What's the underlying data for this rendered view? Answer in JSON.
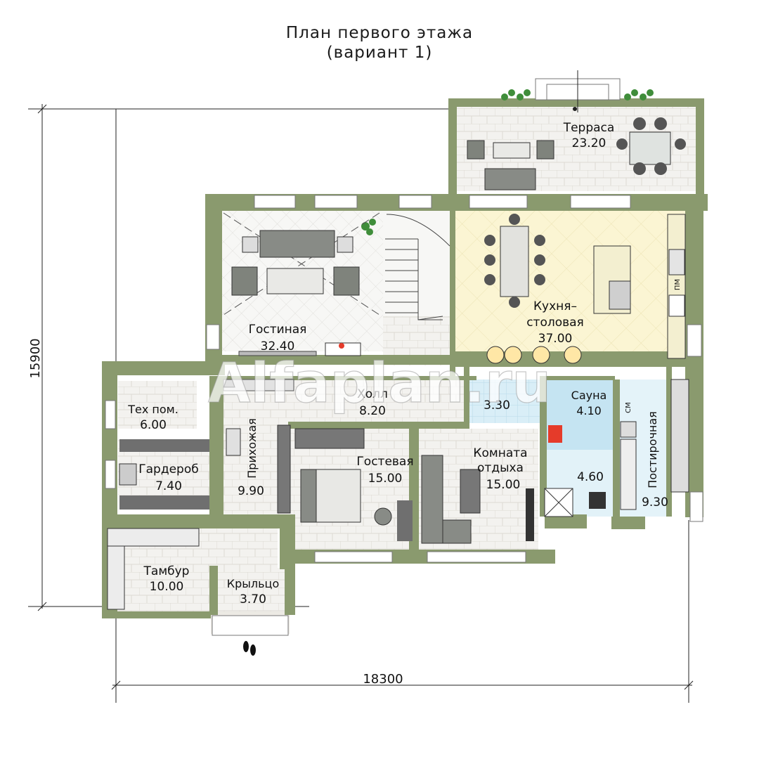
{
  "title": {
    "line1": "План первого этажа",
    "line2": "(вариант 1)"
  },
  "dimensions": {
    "width": "18300",
    "height": "15900"
  },
  "watermark": "Alfaplan.ru",
  "rooms": {
    "terrace": {
      "name": "Терраса",
      "area": "23.20"
    },
    "living": {
      "name": "Гостиная",
      "area": "32.40"
    },
    "kitchen": {
      "name1": "Кухня–",
      "name2": "столовая",
      "area": "37.00"
    },
    "hall": {
      "name": "Холл",
      "area": "8.20"
    },
    "bath": {
      "area": "3.30"
    },
    "sauna": {
      "name": "Сауна",
      "area": "4.10"
    },
    "shower": {
      "area": "4.60"
    },
    "laundry": {
      "name": "Постирочная",
      "area": "9.30"
    },
    "tech": {
      "name": "Тех пом.",
      "area": "6.00"
    },
    "wardrobe": {
      "name": "Гардероб",
      "area": "7.40"
    },
    "entryhall": {
      "name": "Прихожая",
      "area": "9.90"
    },
    "guest": {
      "name": "Гостевая",
      "area": "15.00"
    },
    "rest": {
      "name1": "Комната",
      "name2": "отдыха",
      "area": "15.00"
    },
    "vestibule": {
      "name": "Тамбур",
      "area": "10.00"
    },
    "porch": {
      "name": "Крыльцо",
      "area": "3.70"
    }
  },
  "appliances": {
    "dishwasher": "ПМ",
    "washer": "СМ"
  },
  "colors": {
    "wall": "#8a9a6e",
    "kitchen_floor": "#fbf5d3",
    "tile_floor": "#f1efeb",
    "sauna_floor": "#bfe0ee",
    "shower_floor": "#dff0f7",
    "furniture": "#8c8f8a"
  }
}
